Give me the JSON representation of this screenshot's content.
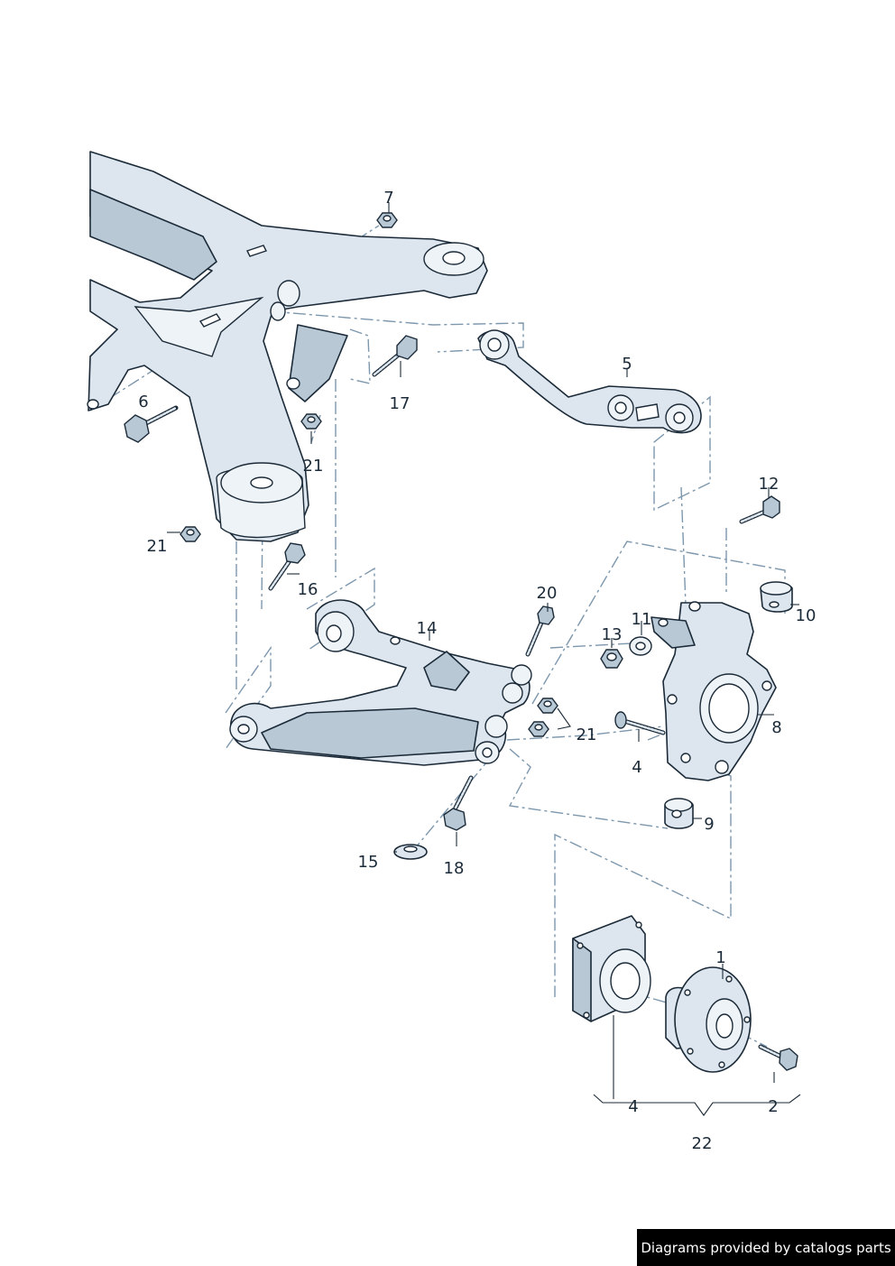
{
  "callouts": {
    "c1": "1",
    "c2": "2",
    "c4a": "4",
    "c4b": "4",
    "c5": "5",
    "c6": "6",
    "c7": "7",
    "c8": "8",
    "c9": "9",
    "c10": "10",
    "c11": "11",
    "c12": "12",
    "c13": "13",
    "c14": "14",
    "c15": "15",
    "c16": "16",
    "c17": "17",
    "c18": "18",
    "c20": "20",
    "c21a": "21",
    "c21b": "21",
    "c21c": "21",
    "c22": "22"
  },
  "credit": "Diagrams provided by catalogs parts",
  "colors": {
    "part_fill": "#dde6ee",
    "outline": "#1b2a38",
    "axis_line": "#7d97ad",
    "badge_bg": "#000000"
  }
}
